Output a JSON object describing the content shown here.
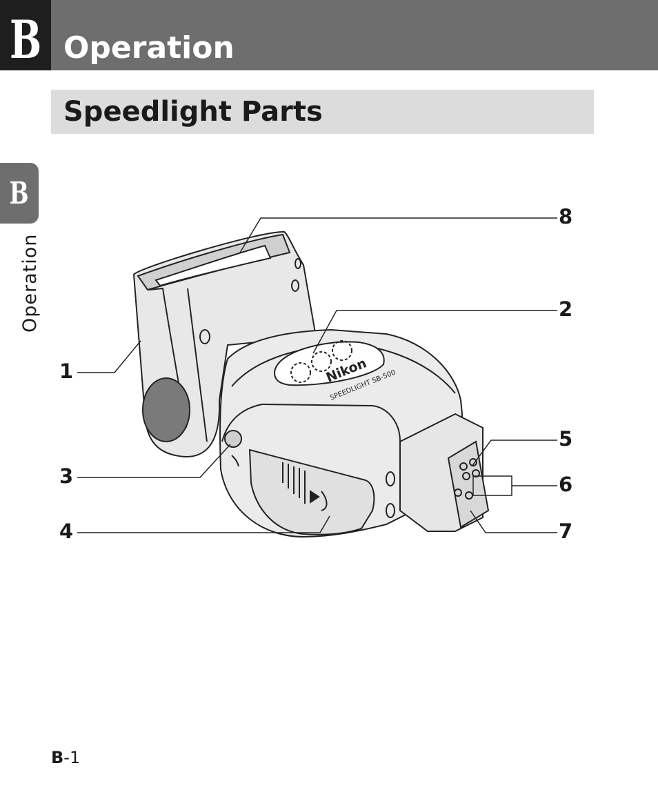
{
  "chapter": {
    "letter": "B",
    "title": "Operation"
  },
  "section": {
    "title": "Speedlight Parts"
  },
  "side_tab": {
    "letter": "B",
    "label": "Operation"
  },
  "figure": {
    "brand_text": "Nikon",
    "model_text": "SPEEDLIGHT  SB-500",
    "callouts": [
      "1",
      "2",
      "3",
      "4",
      "5",
      "6",
      "7",
      "8"
    ]
  },
  "footer": {
    "page_section": "B",
    "page_separator": "-",
    "page_number": "1"
  }
}
